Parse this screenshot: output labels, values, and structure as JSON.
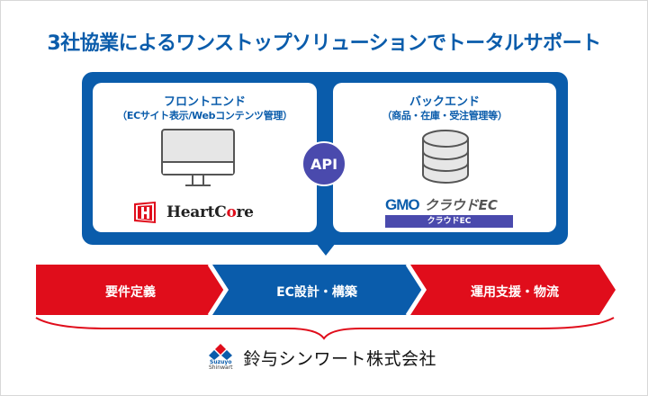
{
  "title": "3社協業によるワンストップソリューションでトータルサポート",
  "frontend": {
    "title": "フロントエンド",
    "subtitle": "（ECサイト表示/Webコンテンツ管理）",
    "icon": "monitor-icon",
    "brand": {
      "prefix": "HeartC",
      "accent": "o",
      "suffix": "re"
    }
  },
  "backend": {
    "title": "バックエンド",
    "subtitle": "（商品・在庫・受注管理等）",
    "icon": "database-icon",
    "brand": {
      "mark": "GMO",
      "name": "クラウドEC",
      "bar_label": "クラウドEC"
    }
  },
  "api_label": "API",
  "steps": [
    {
      "label": "要件定義",
      "color": "#e00d1b"
    },
    {
      "label": "EC設計・構築",
      "color": "#0a5cab"
    },
    {
      "label": "運用支援・物流",
      "color": "#e00d1b"
    }
  ],
  "company": {
    "name": "鈴与シンワート株式会社",
    "logo_line1": "Suzuyo",
    "logo_line2": "Shinwart"
  },
  "colors": {
    "primary_blue": "#0a5cab",
    "accent_red": "#e00d1b",
    "api_purple": "#4a4aad"
  }
}
